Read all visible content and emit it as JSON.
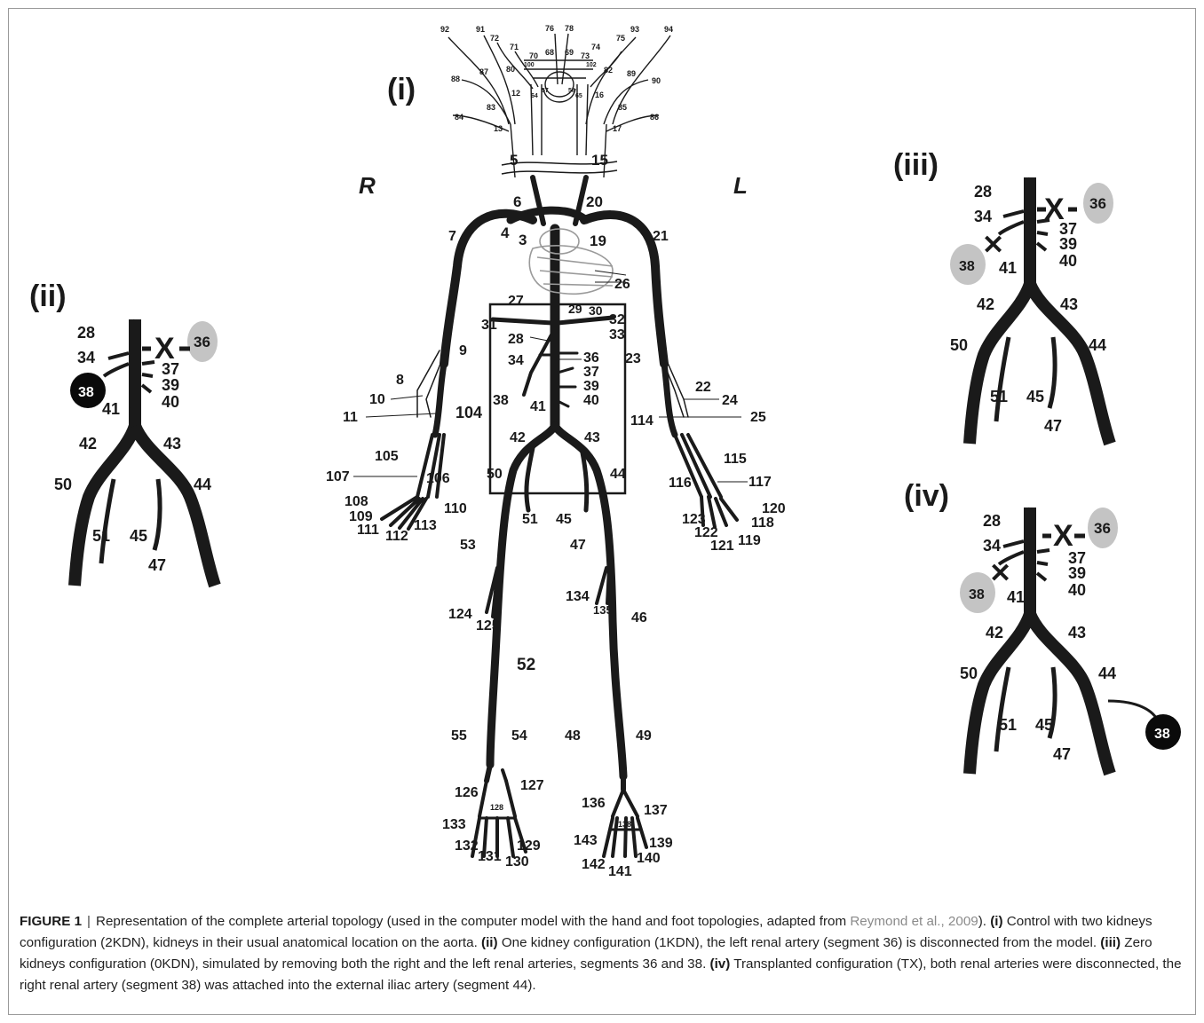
{
  "figure": {
    "panel_labels": {
      "i": "(i)",
      "ii": "(ii)",
      "iii": "(iii)",
      "iv": "(iv)"
    },
    "side_labels": {
      "right": "R",
      "left": "L"
    },
    "disconnect_mark": "X",
    "cut_mark": "✕",
    "kidneys": {
      "k36": "36",
      "k38": "38"
    },
    "colors": {
      "vessel": "#1a1a1a",
      "kidney_removed": "#c4c4c4",
      "kidney_active": "#0a0a0a",
      "frame": "#9a9a9a",
      "reference_link": "#8a8a8a"
    },
    "segments_head": [
      "92",
      "91",
      "72",
      "71",
      "76",
      "78",
      "93",
      "94",
      "70",
      "68",
      "69",
      "73",
      "74",
      "75",
      "80",
      "100",
      "102",
      "87",
      "82",
      "88",
      "89",
      "90",
      "12",
      "64",
      "57",
      "58",
      "65",
      "16",
      "84",
      "83",
      "85",
      "86",
      "13",
      "17",
      "5",
      "15",
      "6",
      "20",
      "4",
      "3",
      "19"
    ],
    "segments_main": [
      "7",
      "21",
      "26",
      "27",
      "29",
      "30",
      "31",
      "32",
      "33",
      "28",
      "36",
      "34",
      "23",
      "37",
      "39",
      "9",
      "38",
      "41",
      "40",
      "8",
      "10",
      "11",
      "104",
      "22",
      "24",
      "25",
      "114",
      "42",
      "43",
      "105",
      "115",
      "107",
      "106",
      "50",
      "44",
      "116",
      "117",
      "108",
      "110",
      "109",
      "111",
      "113",
      "112",
      "120",
      "123",
      "118",
      "122",
      "121",
      "119",
      "51",
      "45",
      "53",
      "47",
      "134",
      "135",
      "124",
      "125",
      "46",
      "52",
      "55",
      "54",
      "48",
      "49",
      "126",
      "127",
      "128",
      "136",
      "137",
      "133",
      "138",
      "143",
      "139",
      "132",
      "129",
      "131",
      "130",
      "140",
      "142",
      "141"
    ],
    "inset_ii": [
      "28",
      "34",
      "37",
      "39",
      "40",
      "41",
      "42",
      "43",
      "50",
      "44",
      "51",
      "45",
      "47"
    ],
    "inset_iii": [
      "28",
      "34",
      "37",
      "39",
      "40",
      "41",
      "42",
      "43",
      "50",
      "44",
      "51",
      "45",
      "47"
    ],
    "inset_iv": [
      "28",
      "34",
      "37",
      "39",
      "40",
      "41",
      "42",
      "43",
      "44",
      "50",
      "51",
      "45",
      "47"
    ]
  },
  "caption": {
    "label": "FIGURE 1",
    "separator": "|",
    "intro": "Representation of the complete arterial topology (used in the computer model with the hand and foot topologies, adapted from ",
    "reference": "Reymond et al., 2009",
    "intro_end": ").",
    "i_label": "(i)",
    "i_text": " Control with two kidneys configuration (2KDN), kidneys in their usual anatomical location on the aorta. ",
    "ii_label": "(ii)",
    "ii_text": " One kidney configuration (1KDN), the left renal artery (segment 36) is disconnected from the model. ",
    "iii_label": "(iii)",
    "iii_text": " Zero kidneys configuration (0KDN), simulated by removing both the right and the left renal arteries, segments 36 and 38. ",
    "iv_label": "(iv)",
    "iv_text": " Transplanted configuration (TX), both renal arteries were disconnected, the right renal artery (segment 38) was attached into the external iliac artery (segment 44)."
  }
}
